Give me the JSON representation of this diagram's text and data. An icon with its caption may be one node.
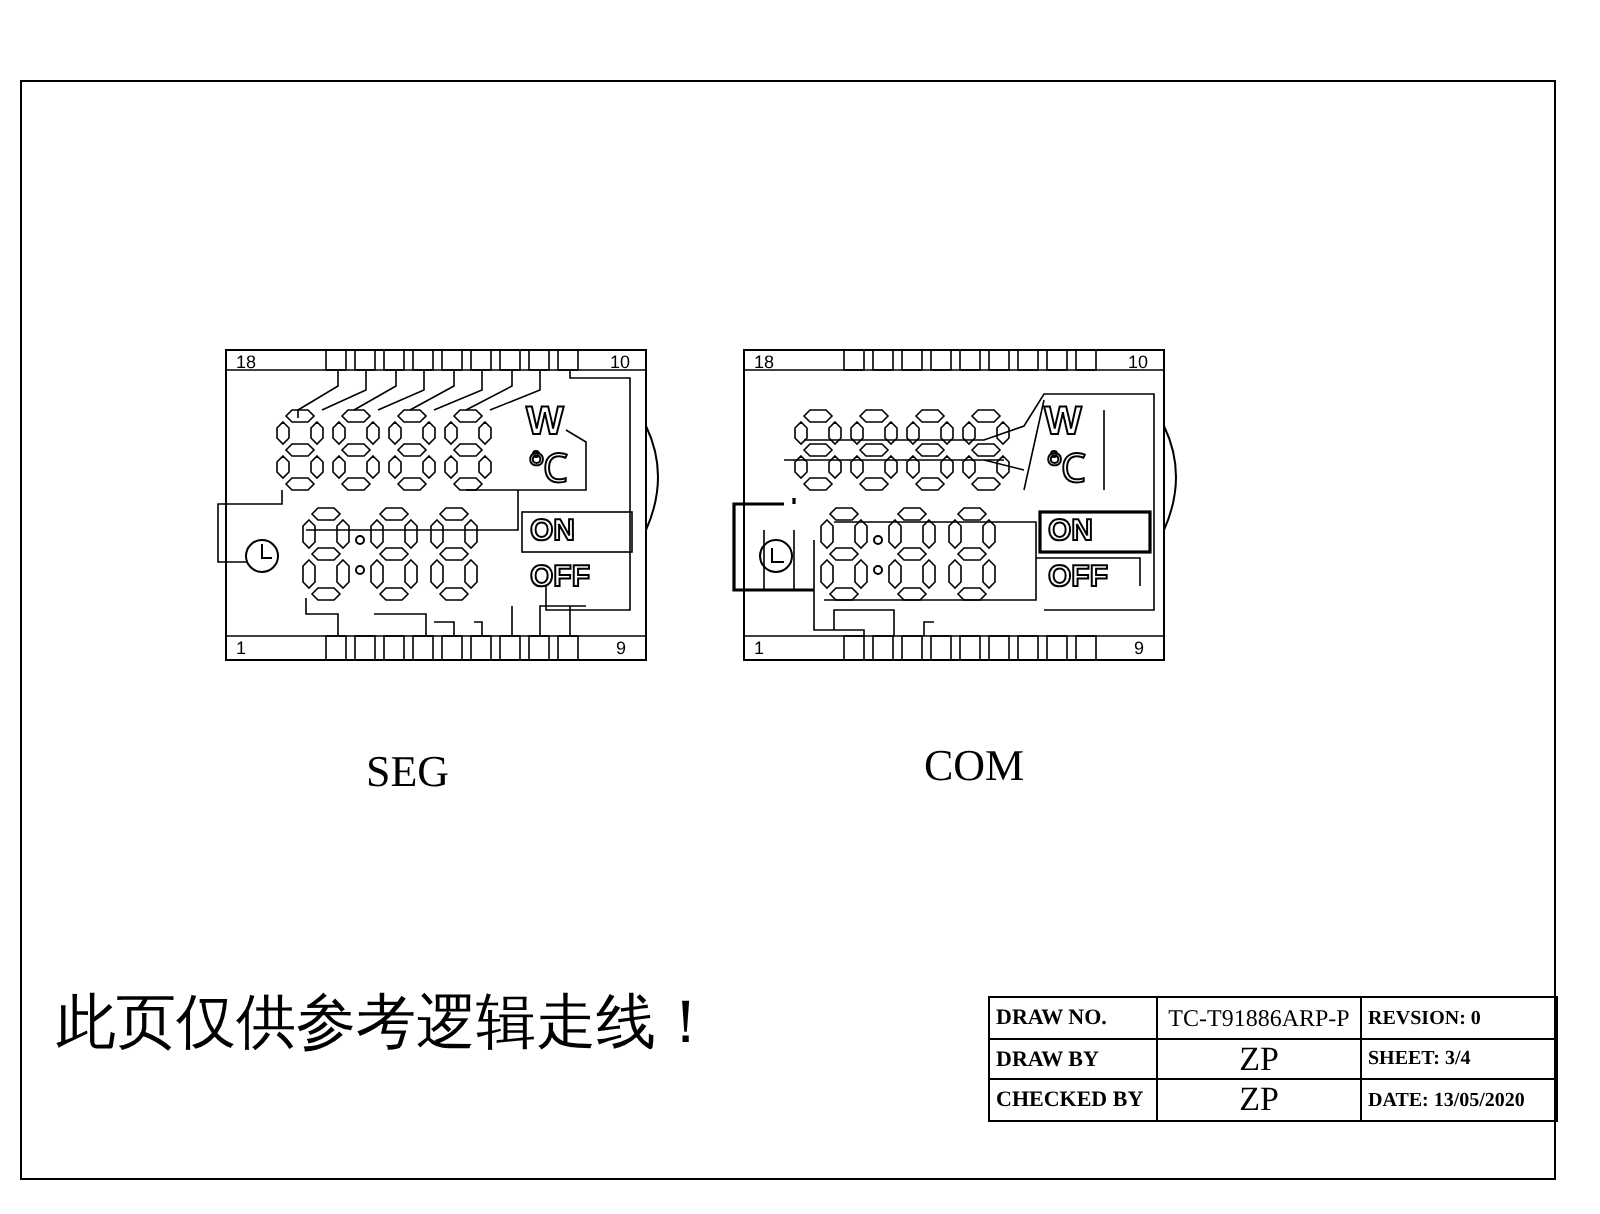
{
  "diagram": {
    "labels": [
      "18",
      "10",
      "W",
      "℃",
      "ON",
      "OFF",
      "1",
      "9",
      "18",
      "10",
      "W",
      "℃",
      "ON",
      "OFF",
      "1",
      "9",
      "SEG",
      "COM",
      "此页仅供参考逻辑走线！",
      "DRAW NO.",
      "TC-T91886ARP-P",
      "REVSION:  0",
      "DRAW BY",
      "ZP",
      "SHEET: 3/4",
      "CHECKED BY",
      "ZP",
      "DATE: 13/05/2020"
    ]
  }
}
